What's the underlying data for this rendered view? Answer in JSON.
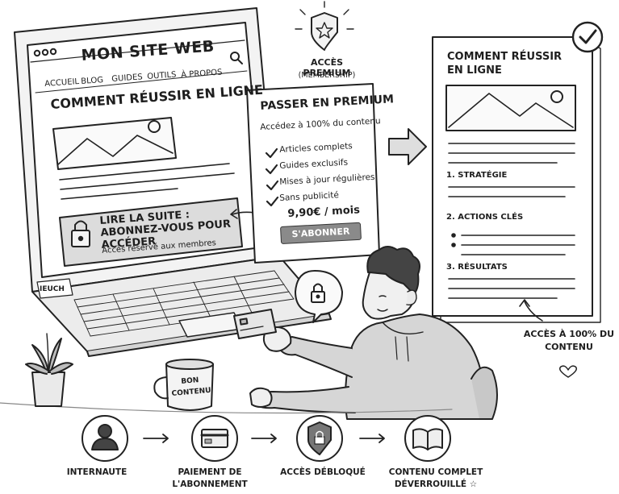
{
  "laptop": {
    "site_title": "MON SITE WEB",
    "nav": [
      "ACCUEIL",
      "BLOG",
      "GUIDES",
      "OUTILS",
      "À PROPOS"
    ],
    "article_title": "COMMENT RÉUSSIR EN LIGNE",
    "lock_title": "LIRE LA SUITE : ABONNEZ-VOUS POUR ACCÉDER",
    "lock_subtitle": "Accès réservé aux membres",
    "sticker": "IEUCH"
  },
  "premium_card": {
    "title": "PASSER EN PREMIUM",
    "subtitle": "Accédez à 100% du contenu",
    "features": [
      "Articles complets",
      "Guides exclusifs",
      "Mises à jour régulières",
      "Sans publicité"
    ],
    "price": "9,90€ / mois",
    "button_label": "S'ABONNER"
  },
  "badge": {
    "title": "ACCÈS PREMIUM",
    "subtitle": "(MEMBERSHIP)"
  },
  "document": {
    "title": "COMMENT RÉUSSIR EN LIGNE",
    "sections": [
      "1. STRATÉGIE",
      "2. ACTIONS CLÉS",
      "3. RÉSULTATS"
    ]
  },
  "full_access": "ACCÈS À 100% DU CONTENU",
  "mug_label": "BON CONTENU",
  "flow_steps": [
    "INTERNAUTE",
    "PAIEMENT DE L'ABONNEMENT",
    "ACCÈS DÉBLOQUÉ",
    "CONTENU COMPLET DÉVERROUILLÉ ☆"
  ],
  "icons": [
    "search-icon",
    "lock-icon",
    "shield-star-icon",
    "check-circle-icon",
    "heart-icon",
    "user-icon",
    "credit-card-icon",
    "book-icon",
    "arrow-right-icon"
  ]
}
